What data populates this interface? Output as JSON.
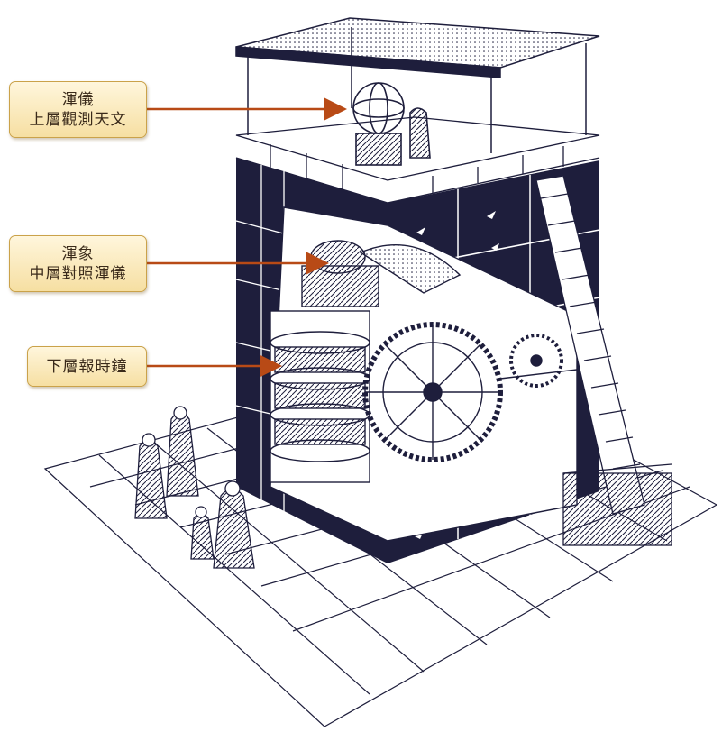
{
  "labels": [
    {
      "line1": "渾儀",
      "line2": "上層觀測天文"
    },
    {
      "line1": "渾象",
      "line2": "中層對照渾儀"
    },
    {
      "line1": "下層報時鐘"
    }
  ],
  "colors": {
    "arrow": "#b84a16",
    "ink": "#1e1e3c",
    "label_fill": "#fbecc2",
    "label_border": "#caa24a"
  }
}
